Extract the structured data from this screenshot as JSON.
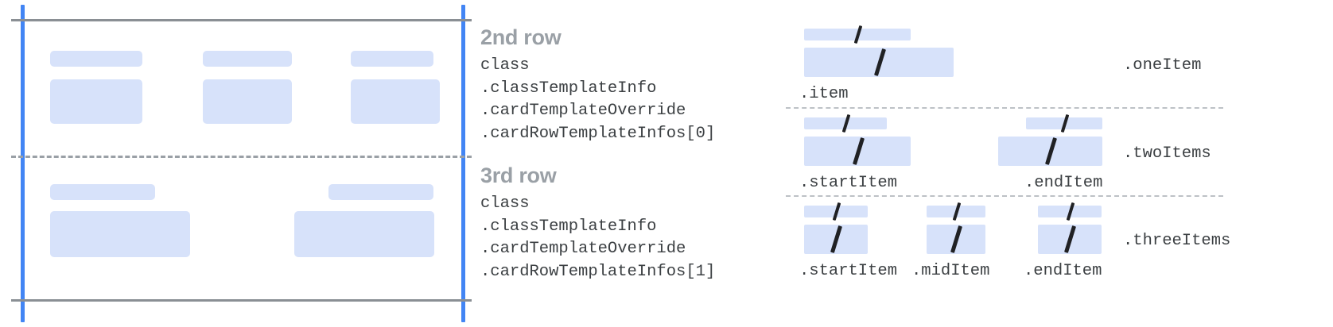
{
  "colors": {
    "placeholder_fill": "#d7e2fa",
    "guide_blue": "#4285f4",
    "guide_gray": "#8a8f94",
    "dash_gray": "#9aa0a6",
    "title_gray": "#9aa0a6",
    "code_text": "#3c4043",
    "slash_dark": "#202124",
    "background": "#ffffff"
  },
  "left_diagram": {
    "name": "card-row-layout-preview",
    "rows": [
      {
        "name": "second-row-preview",
        "cells": [
          {
            "title_placeholder": "",
            "body_placeholder": ""
          },
          {
            "title_placeholder": "",
            "body_placeholder": ""
          },
          {
            "title_placeholder": "",
            "body_placeholder": ""
          }
        ]
      },
      {
        "name": "third-row-preview",
        "cells": [
          {
            "title_placeholder": "",
            "body_placeholder": ""
          },
          {
            "title_placeholder": "",
            "body_placeholder": ""
          }
        ]
      }
    ]
  },
  "row_specs": [
    {
      "title": "2nd row",
      "lines": [
        "class",
        ".classTemplateInfo",
        ".cardTemplateOverride",
        ".cardRowTemplateInfos[0]"
      ]
    },
    {
      "title": "3rd row",
      "lines": [
        "class",
        ".classTemplateInfo",
        ".cardTemplateOverride",
        ".cardRowTemplateInfos[1]"
      ]
    }
  ],
  "item_groups": [
    {
      "group_label": ".oneItem",
      "items": [
        {
          "label": ".item"
        }
      ]
    },
    {
      "group_label": ".twoItems",
      "items": [
        {
          "label": ".startItem"
        },
        {
          "label": ".endItem"
        }
      ]
    },
    {
      "group_label": ".threeItems",
      "items": [
        {
          "label": ".startItem"
        },
        {
          "label": ".midItem"
        },
        {
          "label": ".endItem"
        }
      ]
    }
  ]
}
